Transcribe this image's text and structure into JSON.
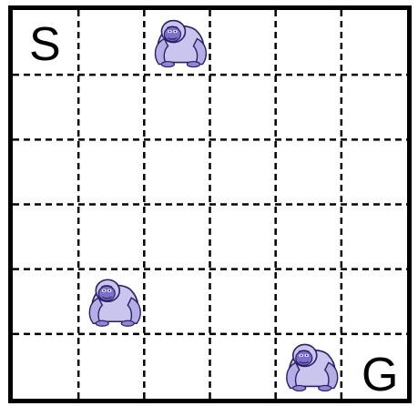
{
  "grid": {
    "rows": 6,
    "cols": 6,
    "start": {
      "row": 0,
      "col": 0,
      "label": "S"
    },
    "goal": {
      "row": 5,
      "col": 5,
      "label": "G"
    },
    "obstacles": [
      {
        "row": 0,
        "col": 2,
        "icon": "gorilla-icon"
      },
      {
        "row": 4,
        "col": 1,
        "icon": "gorilla-icon"
      },
      {
        "row": 5,
        "col": 4,
        "icon": "gorilla-icon"
      }
    ]
  },
  "colors": {
    "border": "#000000",
    "grid_line": "#000000",
    "gorilla_body": "#c9c5ee",
    "gorilla_shade": "#8f86d8",
    "gorilla_face": "#7b6fd0",
    "gorilla_outline": "#2a2060"
  }
}
